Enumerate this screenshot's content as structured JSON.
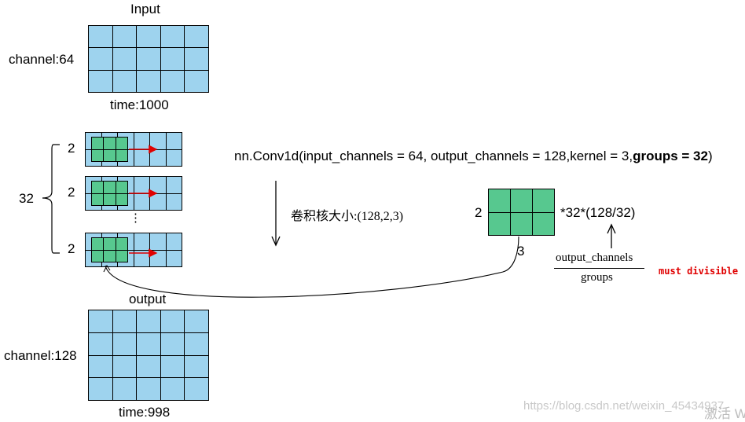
{
  "input": {
    "title": "Input",
    "channel_label": "channel:64",
    "time_label": "time:1000"
  },
  "groups": {
    "count_label": "32",
    "row_label_top": "2",
    "row_label_mid": "2",
    "row_label_bottom": "2",
    "dots": "⋮"
  },
  "conv": {
    "call_prefix": "nn.Conv1d(input_channels = 64, output_channels = 128,kernel = 3,",
    "call_bold": "groups = 32",
    "call_suffix": ")"
  },
  "kernel_size_note": "卷积核大小:(128,2,3)",
  "kernel": {
    "height_label": "2",
    "width_label": "3",
    "multiplier": "*32*(128/32)"
  },
  "fraction": {
    "numerator": "output_channels",
    "denominator": "groups",
    "note": "must divisible",
    "note_color": "#e00000"
  },
  "output": {
    "title": "output",
    "channel_label": "channel:128",
    "time_label": "time:998"
  },
  "watermark": {
    "url": "https://blog.csdn.net/weixin_45434937",
    "activate": "激活 W"
  },
  "colors": {
    "cell_blue": "#9ed3ee",
    "kernel_green": "#57c88f",
    "arrow_red": "#e00000"
  }
}
